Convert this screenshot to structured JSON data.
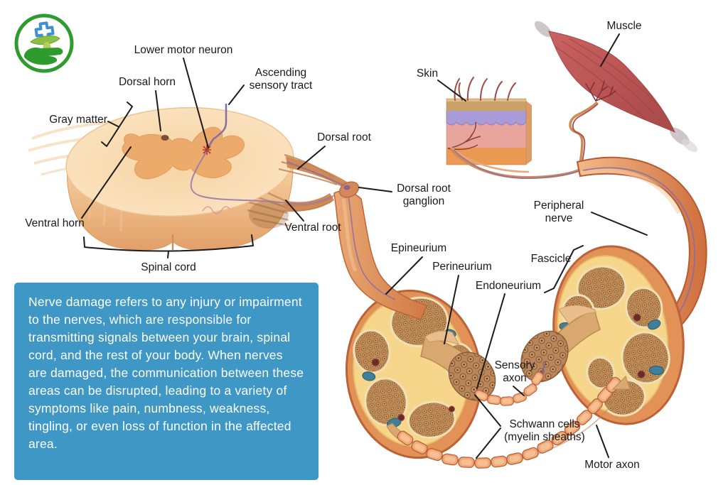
{
  "brand": {
    "logo_icon": "hand-holding-leaf-with-medical-cross",
    "logo_green": "#2d9c2d",
    "logo_blue": "#3f8fd6"
  },
  "diagram": {
    "title_implicit": "Nerve damage anatomy diagram",
    "labels": {
      "lower_motor_neuron": "Lower motor neuron",
      "dorsal_horn": "Dorsal horn",
      "ascending_sensory_tract": "Ascending sensory tract",
      "gray_matter": "Gray matter",
      "ventral_horn": "Ventral horn",
      "spinal_cord": "Spinal cord",
      "dorsal_root": "Dorsal root",
      "ventral_root": "Ventral root",
      "dorsal_root_ganglion": "Dorsal root ganglion",
      "muscle": "Muscle",
      "skin": "Skin",
      "peripheral_nerve": "Peripheral nerve",
      "epineurium": "Epineurium",
      "perineurium": "Perineurium",
      "endoneurium": "Endoneurium",
      "fascicle": "Fascicle",
      "sensory_axon": "Sensory axon",
      "schwann_cells": "Schwann cells (myelin sheaths)",
      "motor_axon": "Motor axon"
    }
  },
  "info_box": {
    "text": "Nerve damage refers to any injury or impairment to the nerves, which are responsible for transmitting signals between your brain, spinal cord, and the rest of your body. When nerves are damaged, the communication between these areas can be disrupted, leading to a variety of symptoms like pain, numbness, weakness, tingling, or even loss of function in the affected area.",
    "background_color": "#3e97c4",
    "text_color": "#ffffff"
  },
  "colors": {
    "label_text": "#1a1a1a",
    "pointer_line": "#1b1b1b",
    "nerve_orange": "#e09055",
    "fascicle_brown": "#bd8a55",
    "muscle_red": "#c45e5c",
    "background": "#ffffff"
  }
}
